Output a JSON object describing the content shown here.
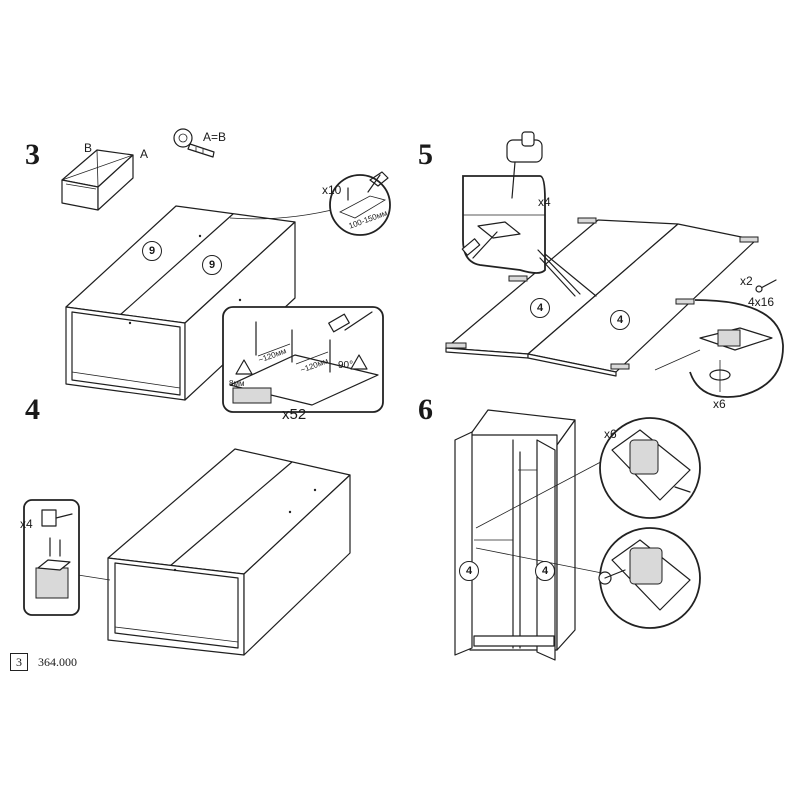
{
  "steps": [
    {
      "number": "3",
      "labels": {
        "corner_b": "B",
        "corner_a": "A",
        "equal": "A=B",
        "screw_count": "x10",
        "spacing": "100-150мм",
        "part_left": "9",
        "part_right": "9",
        "nail_count": "x52",
        "depth": "8мм",
        "gap1": "~120мм",
        "gap2": "~120мм",
        "angle": "90°"
      }
    },
    {
      "number": "4",
      "labels": {
        "count": "x4"
      }
    },
    {
      "number": "5",
      "labels": {
        "drill_count": "x4",
        "part_left": "4",
        "part_right": "4",
        "screw_count": "x2",
        "screw_size": "4x16",
        "hinge_count": "x6"
      }
    },
    {
      "number": "6",
      "labels": {
        "part_left": "4",
        "part_right": "4",
        "hinge_count": "x6"
      }
    }
  ],
  "footer": {
    "page_number": "3",
    "doc_number": "364.000"
  },
  "icons": [
    "tape-measure-icon",
    "hammer-icon",
    "drill-icon",
    "screwdriver-icon",
    "screw-icon",
    "warning-icon"
  ]
}
